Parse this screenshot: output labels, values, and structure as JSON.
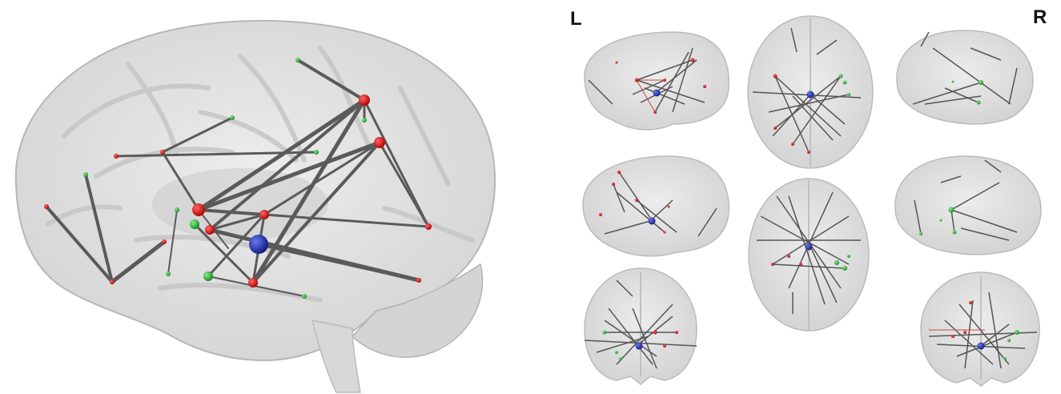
{
  "figure": {
    "labels": {
      "left": "L",
      "right": "R"
    },
    "colors": {
      "background": "#ffffff",
      "brain_fill": "#dcdcdc",
      "brain_edge": "#b8b8b8",
      "gyri": "#c6c6c6",
      "edge": "#555555",
      "node_red": "#cc1111",
      "node_green": "#22aa33",
      "node_blue": "#1a2aa0"
    },
    "node_colors": [
      "red",
      "green",
      "blue"
    ],
    "view_orientations": [
      "left-lateral",
      "superior",
      "right-lateral",
      "left-lateral-2",
      "inferior",
      "right-lateral-2",
      "anterior",
      "posterior"
    ]
  }
}
